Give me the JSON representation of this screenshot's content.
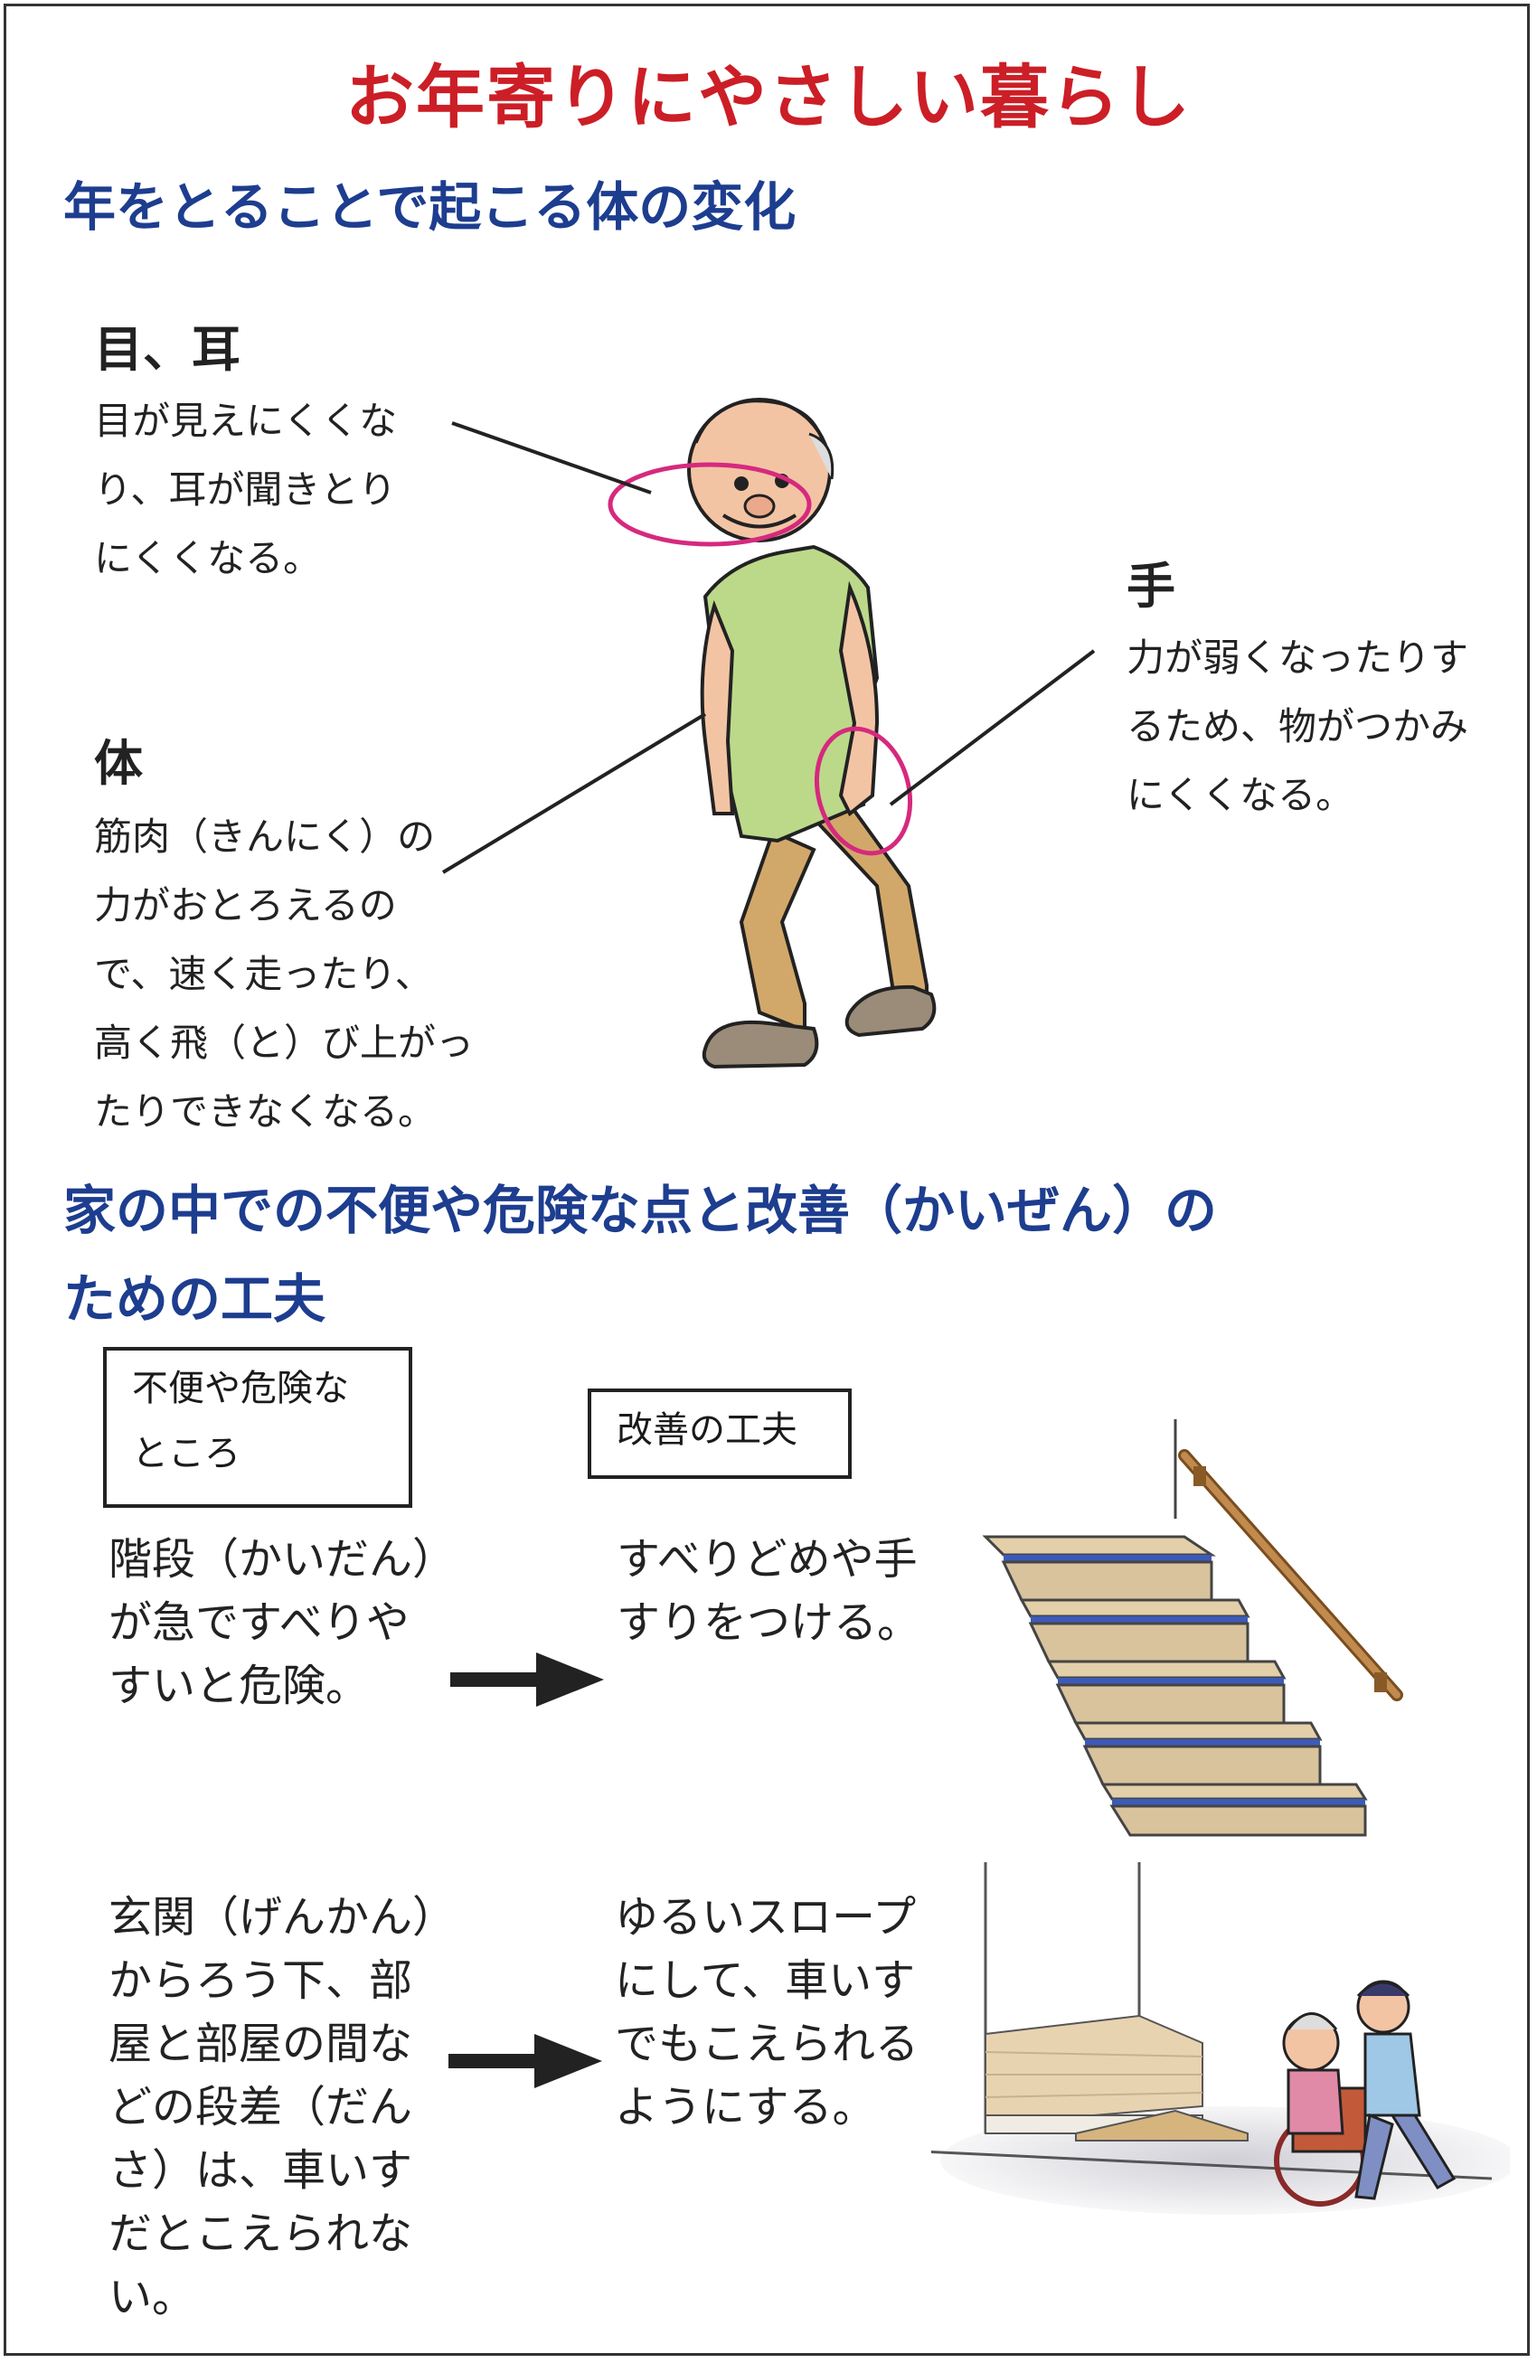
{
  "title": "お年寄りにやさしい暮らし",
  "section1": {
    "heading": "年をとることで起こる体の変化",
    "eyes_ears": {
      "label": "目、耳",
      "text": "目が見えにくくな\nり、耳が聞きとり\nにくくなる。"
    },
    "hand": {
      "label": "手",
      "text": "力が弱くなったりす\nるため、物がつかみ\nにくくなる。"
    },
    "body": {
      "label": "体",
      "text": "筋肉（きんにく）の\n力がおとろえるの\nで、速く走ったり、\n高く飛（と）び上がっ\nたりできなくなる。"
    }
  },
  "section2": {
    "heading": "家の中での不便や危険な点と改善（かいぜん）の\nための工夫",
    "label_problem": "不便や危険な\nところ",
    "label_improve": "改善の工夫",
    "rows": [
      {
        "problem": "階段（かいだん）\nが急ですべりや\nすいと危険。",
        "solution": "すべりどめや手\nすりをつける。"
      },
      {
        "problem": "玄関（げんかん）\nからろう下、部\n屋と部屋の間な\nどの段差（だん\nさ）は、車いす\nだとこえられな\nい。",
        "solution": "ゆるいスロープ\nにして、車いす\nでもこえられる\nようにする。"
      }
    ]
  },
  "colors": {
    "title": "#cc1e26",
    "heading": "#1d3d8f",
    "highlight_ring": "#d6297e"
  }
}
